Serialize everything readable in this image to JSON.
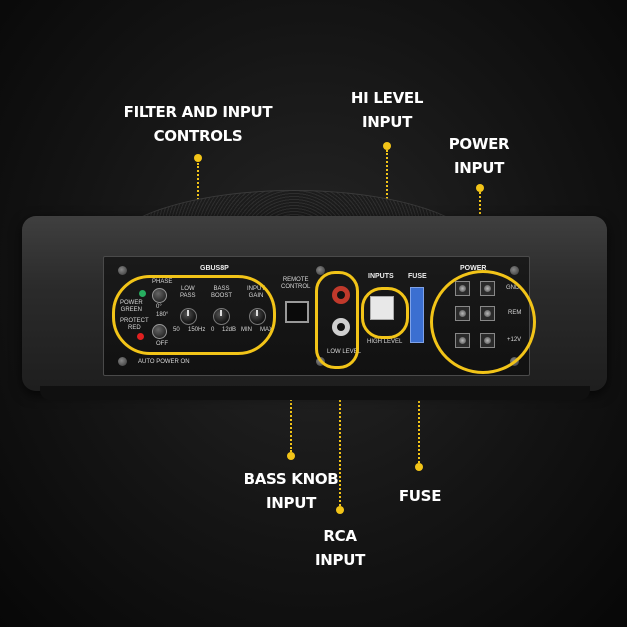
{
  "callouts": {
    "filter": {
      "line1": "FILTER AND INPUT",
      "line2": "CONTROLS"
    },
    "hi_level": {
      "line1": "HI LEVEL",
      "line2": "INPUT"
    },
    "power": {
      "line1": "POWER",
      "line2": "INPUT"
    },
    "bass_knob": {
      "line1": "BASS KNOB",
      "line2": "INPUT"
    },
    "fuse": {
      "line1": "FUSE"
    },
    "rca": {
      "line1": "RCA",
      "line2": "INPUT"
    }
  },
  "panel": {
    "model": "GBUS8P",
    "phase": "PHASE",
    "phase_0": "0°",
    "phase_180": "180°",
    "power_green": "POWER\nGREEN",
    "protect_red": "PROTECT\nRED",
    "off": "OFF",
    "auto_power_on": "AUTO POWER ON",
    "low_pass": "LOW\nPASS",
    "low_pass_min": "50",
    "low_pass_max": "150Hz",
    "bass_boost": "BASS\nBOOST",
    "bass_boost_min": "0",
    "bass_boost_max": "12dB",
    "input_gain": "INPUT\nGAIN",
    "input_gain_min": "MIN",
    "input_gain_max": "MAX",
    "remote_control": "REMOTE\nCONTROL",
    "inputs": "INPUTS",
    "high_level": "HIGH LEVEL",
    "low_level": "LOW LEVEL",
    "fuse": "FUSE",
    "power": "POWER",
    "gnd": "GND",
    "rem": "REM",
    "plus12v": "+12V"
  },
  "colors": {
    "accent": "#f2c418",
    "rca_red": "#c0392b",
    "led_green": "#27ae60",
    "led_red": "#e02020",
    "fuse_blue": "#3b6fd1"
  }
}
